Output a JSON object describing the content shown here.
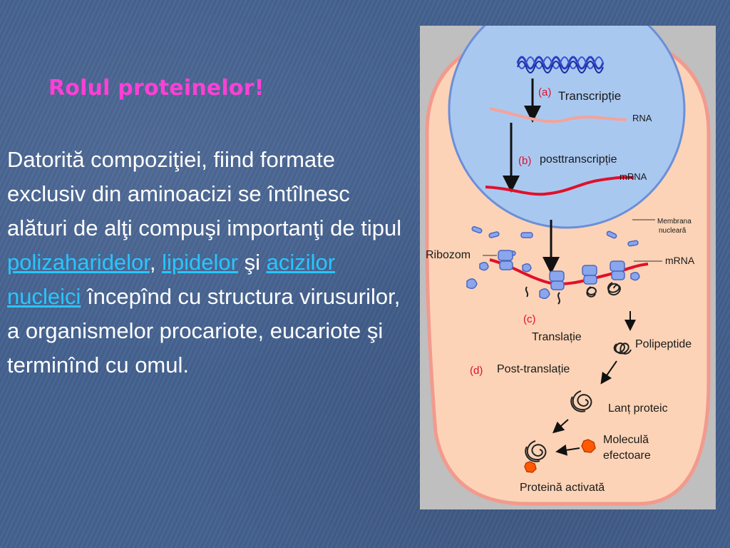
{
  "slide": {
    "title": "Rolul proteinelor!",
    "body": {
      "intro": "  Datorită compoziţiei, fiind formate exclusiv din aminoacizi se întîlnesc alături de alţi compuşi importanţi de tipul ",
      "link1": "polizaharidelor",
      "sep1": ", ",
      "link2": "lipidelor",
      "sep2": " şi ",
      "link3": "acizilor",
      "sep3": " ",
      "link4": "nucleici",
      "outro": " începînd cu structura virusurilor, a organismelor procariote, eucariote şi terminînd cu omul."
    }
  },
  "diagram": {
    "step_a_letter": "(a)",
    "step_a_label": "Transcripție",
    "rna_label": "RNA",
    "step_b_letter": "(b)",
    "step_b_label": "posttranscripție",
    "mrna_label_nucleus": "mRNA",
    "membrane_label_1": "Membrana",
    "membrane_label_2": "nucleară",
    "ribosome_label": "Ribozom",
    "mrna_label_cytoplasm": "mRNA",
    "step_c_letter": "(c)",
    "step_c_label": "Translație",
    "polypeptide_label": "Polipeptide",
    "step_d_letter": "(d)",
    "step_d_label": "Post-translație",
    "protein_chain_label": "Lanț proteic",
    "effector_label_1": "Moleculă",
    "effector_label_2": "efectoare",
    "activated_protein_label": "Proteină activată",
    "colors": {
      "cell_fill": "#fcd3b6",
      "cell_outline": "#f29a8e",
      "nucleus_fill": "#a9c8f0",
      "nucleus_outline": "#6b8fd8",
      "dna": "#2a3fc0",
      "rna_pale": "#f3a39a",
      "mrna": "#e0102a",
      "ribosome": "#8aa6ec",
      "step_letter": "#e0102a",
      "effector": "#ff5a00"
    }
  }
}
